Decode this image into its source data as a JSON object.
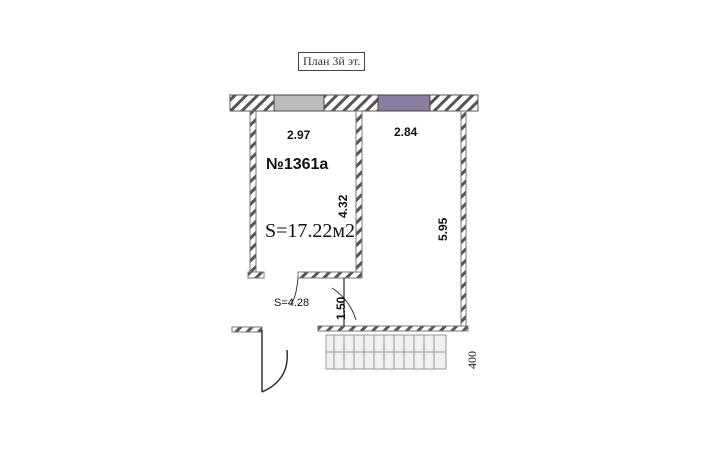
{
  "plan_title": "План 3й эт.",
  "room_number": "№1361а",
  "room_area": "S=17.22м2",
  "corridor_area": "S=4.28",
  "dimensions": {
    "left_room_width": "2.97",
    "right_room_width": "2.84",
    "left_room_depth": "4.32",
    "right_room_depth": "5.95",
    "passage": "1.50",
    "stair_mark": "400"
  },
  "colors": {
    "wall_hatch": "#555555",
    "window": "#8a7fa0"
  }
}
